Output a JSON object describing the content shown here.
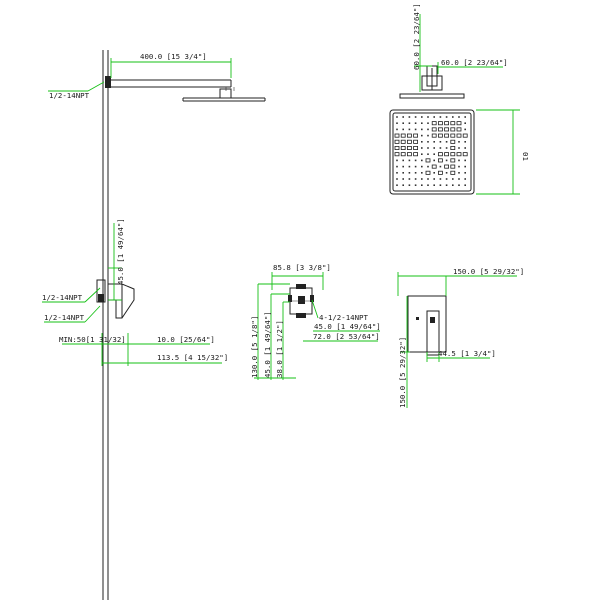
{
  "labels": {
    "arm_length": "400.0 [15 3/4\"]",
    "arm_thread": "1/2-14NPT",
    "valve_height": "45.0 [1 49/64\"]",
    "valve_thread_upper": "1/2-14NPT",
    "valve_thread_lower": "1/2-14NPT",
    "wall_min": "MIN:50[1 31/32]",
    "wall_depth": "10.0 [25/64\"]",
    "trim_depth": "113.5 [4 15/32\"]",
    "head_depth": "60.0 [2 23/64\"]",
    "head_width": "60.0 [2 23/64\"]",
    "head_side": "01",
    "body_width": "85.8 [3 3/8\"]",
    "body_thread": "4-1/2-14NPT",
    "body_port": "45.0 [1 49/64\"]",
    "body_depth": "72.0 [2 53/64\"]",
    "body_h1": "130.0 [5 1/8\"]",
    "body_h2": "45.0 [1 49/64\"]",
    "body_h3": "38.0 [1 1/2\"]",
    "plate_width": "150.0 [5 29/32\"]",
    "plate_height": "150.0 [5 29/32\"]",
    "handle_width": "44.5 [1 3/4\"]"
  },
  "colors": {
    "dimension_line": "#16c016",
    "outline": "#222222",
    "background": "#ffffff"
  }
}
